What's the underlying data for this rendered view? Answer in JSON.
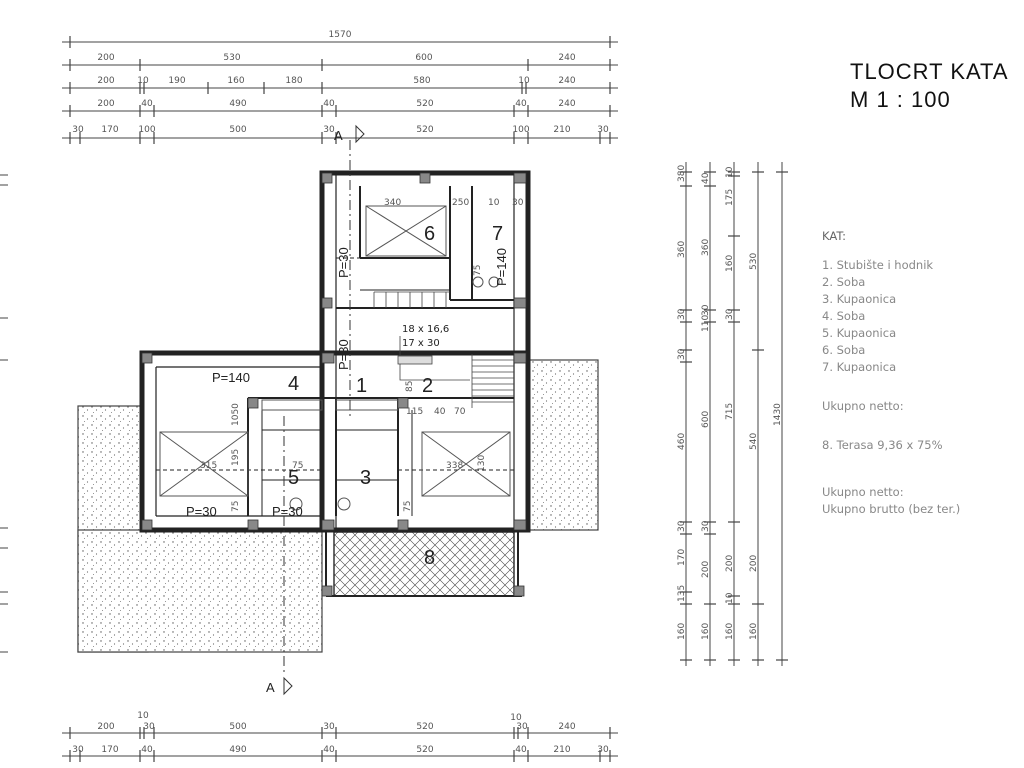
{
  "title": {
    "line1": "TLOCRT KATA",
    "line2": "M 1 : 100"
  },
  "legend": {
    "heading": "KAT:",
    "items": [
      "1. Stubište i hodnik",
      "2. Soba",
      "3. Kupaonica",
      "4. Soba",
      "5. Kupaonica",
      "6. Soba",
      "7. Kupaonica"
    ],
    "netto1": "Ukupno netto:",
    "terrace": "8. Terasa   9,36 x 75%",
    "netto2": "Ukupno netto:",
    "brutto": "Ukupno brutto (bez ter.)"
  },
  "top_dims": {
    "total": "1570",
    "row1": [
      "200",
      "530",
      "600",
      "240"
    ],
    "row2": [
      "200",
      "10",
      "190",
      "160",
      "180",
      "580",
      "10",
      "240"
    ],
    "row3": [
      "200",
      "40",
      "490",
      "40",
      "520",
      "40",
      "240"
    ],
    "row4": [
      "30",
      "170",
      "100",
      "500",
      "30",
      "520",
      "100",
      "210",
      "30"
    ]
  },
  "bottom_dims": {
    "row1": [
      "10",
      "200",
      "30",
      "500",
      "30",
      "520",
      "10",
      "30",
      "240"
    ],
    "row2": [
      "30",
      "170",
      "40",
      "490",
      "40",
      "520",
      "40",
      "210",
      "30"
    ]
  },
  "right_dims": {
    "col1": [
      "380",
      "360",
      "30",
      "30",
      "460",
      "30",
      "170",
      "135",
      "160"
    ],
    "col2": [
      "40",
      "360",
      "110",
      "30",
      "600",
      "30",
      "200",
      "160"
    ],
    "col3": [
      "10",
      "175",
      "160",
      "30",
      "715",
      "200",
      "10",
      "160"
    ],
    "col4": [
      "530",
      "540",
      "200",
      "160"
    ],
    "col5": [
      "1430"
    ]
  },
  "rooms": {
    "r1": "1",
    "r2": "2",
    "r3": "3",
    "r4": "4",
    "r5": "5",
    "r6": "6",
    "r7": "7",
    "r8": "8"
  },
  "plan_labels": {
    "p140_left": "P=140",
    "p30_a": "P=30",
    "p30_b": "P=30",
    "p30_vert1": "P=30",
    "p30_vert2": "P=30",
    "p140_vert": "P=140",
    "stairs1": "18 x 16,6",
    "stairs2": "17 x 30",
    "section_top": "A",
    "section_bottom": "A"
  },
  "inner_dims": [
    "340",
    "250",
    "10",
    "30",
    "75",
    "315",
    "195",
    "75",
    "338",
    "130",
    "85",
    "115",
    "40",
    "70",
    "1050",
    "75",
    "75"
  ]
}
